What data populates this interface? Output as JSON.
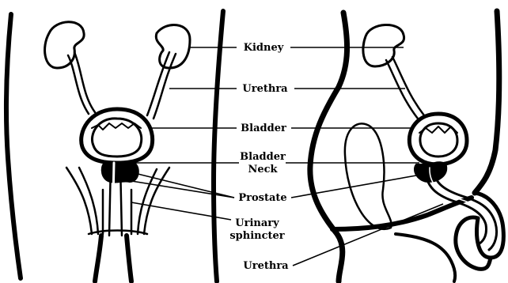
{
  "labels": {
    "kidney": "Kidney",
    "urethra_upper": "Urethra",
    "bladder": "Bladder",
    "bladder_neck_line1": "Bladder",
    "bladder_neck_line2": "Neck",
    "prostate": "Prostate",
    "urinary_sphincter_line1": "Urinary",
    "urinary_sphincter_line2": "sphincter",
    "urethra_lower": "Urethra"
  },
  "colors": {
    "ink": "#000000",
    "paper": "#ffffff"
  }
}
